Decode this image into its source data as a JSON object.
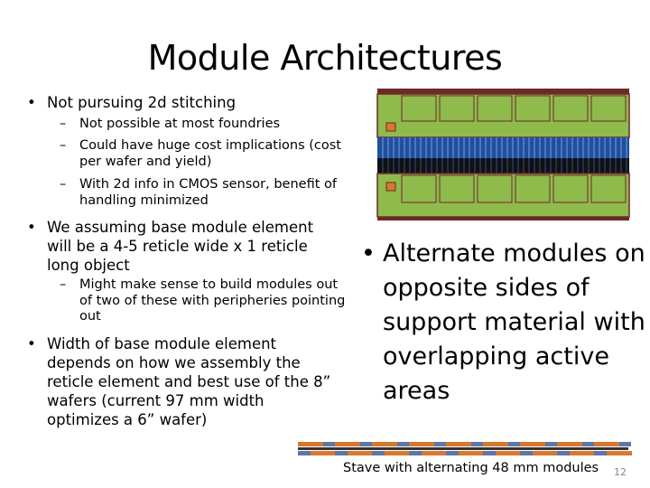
{
  "slide": {
    "title": "Module Architectures",
    "left_bullets": [
      {
        "text": "Not pursuing 2d stitching",
        "sub": [
          "Not possible at most  foundries",
          "Could have huge cost implications (cost per wafer and yield)",
          "With 2d info in CMOS sensor, benefit of handling minimized"
        ]
      },
      {
        "text": "We assuming base module element will be a 4-5 reticle wide x 1 reticle long object",
        "sub": [
          "Might make sense to build modules out of two of these with peripheries pointing out"
        ]
      },
      {
        "text": "Width of base module element depends on how we assembly the reticle element and best use of the 8” wafers (current 97 mm width optimizes a 6” wafer)",
        "sub": []
      }
    ],
    "right_bullet": "Alternate modules on opposite sides of support material with overlapping active areas",
    "caption": "Stave with alternating 48 mm modules",
    "page_number": "12",
    "colors": {
      "module_green": "#8fba4c",
      "module_border": "#6e2a26",
      "sensor_blue": "#1f4fa3",
      "stave_orange": "#d8782e",
      "stave_blue": "#5c77a8"
    },
    "bullet_glyph": "•",
    "dash_glyph": "–"
  }
}
